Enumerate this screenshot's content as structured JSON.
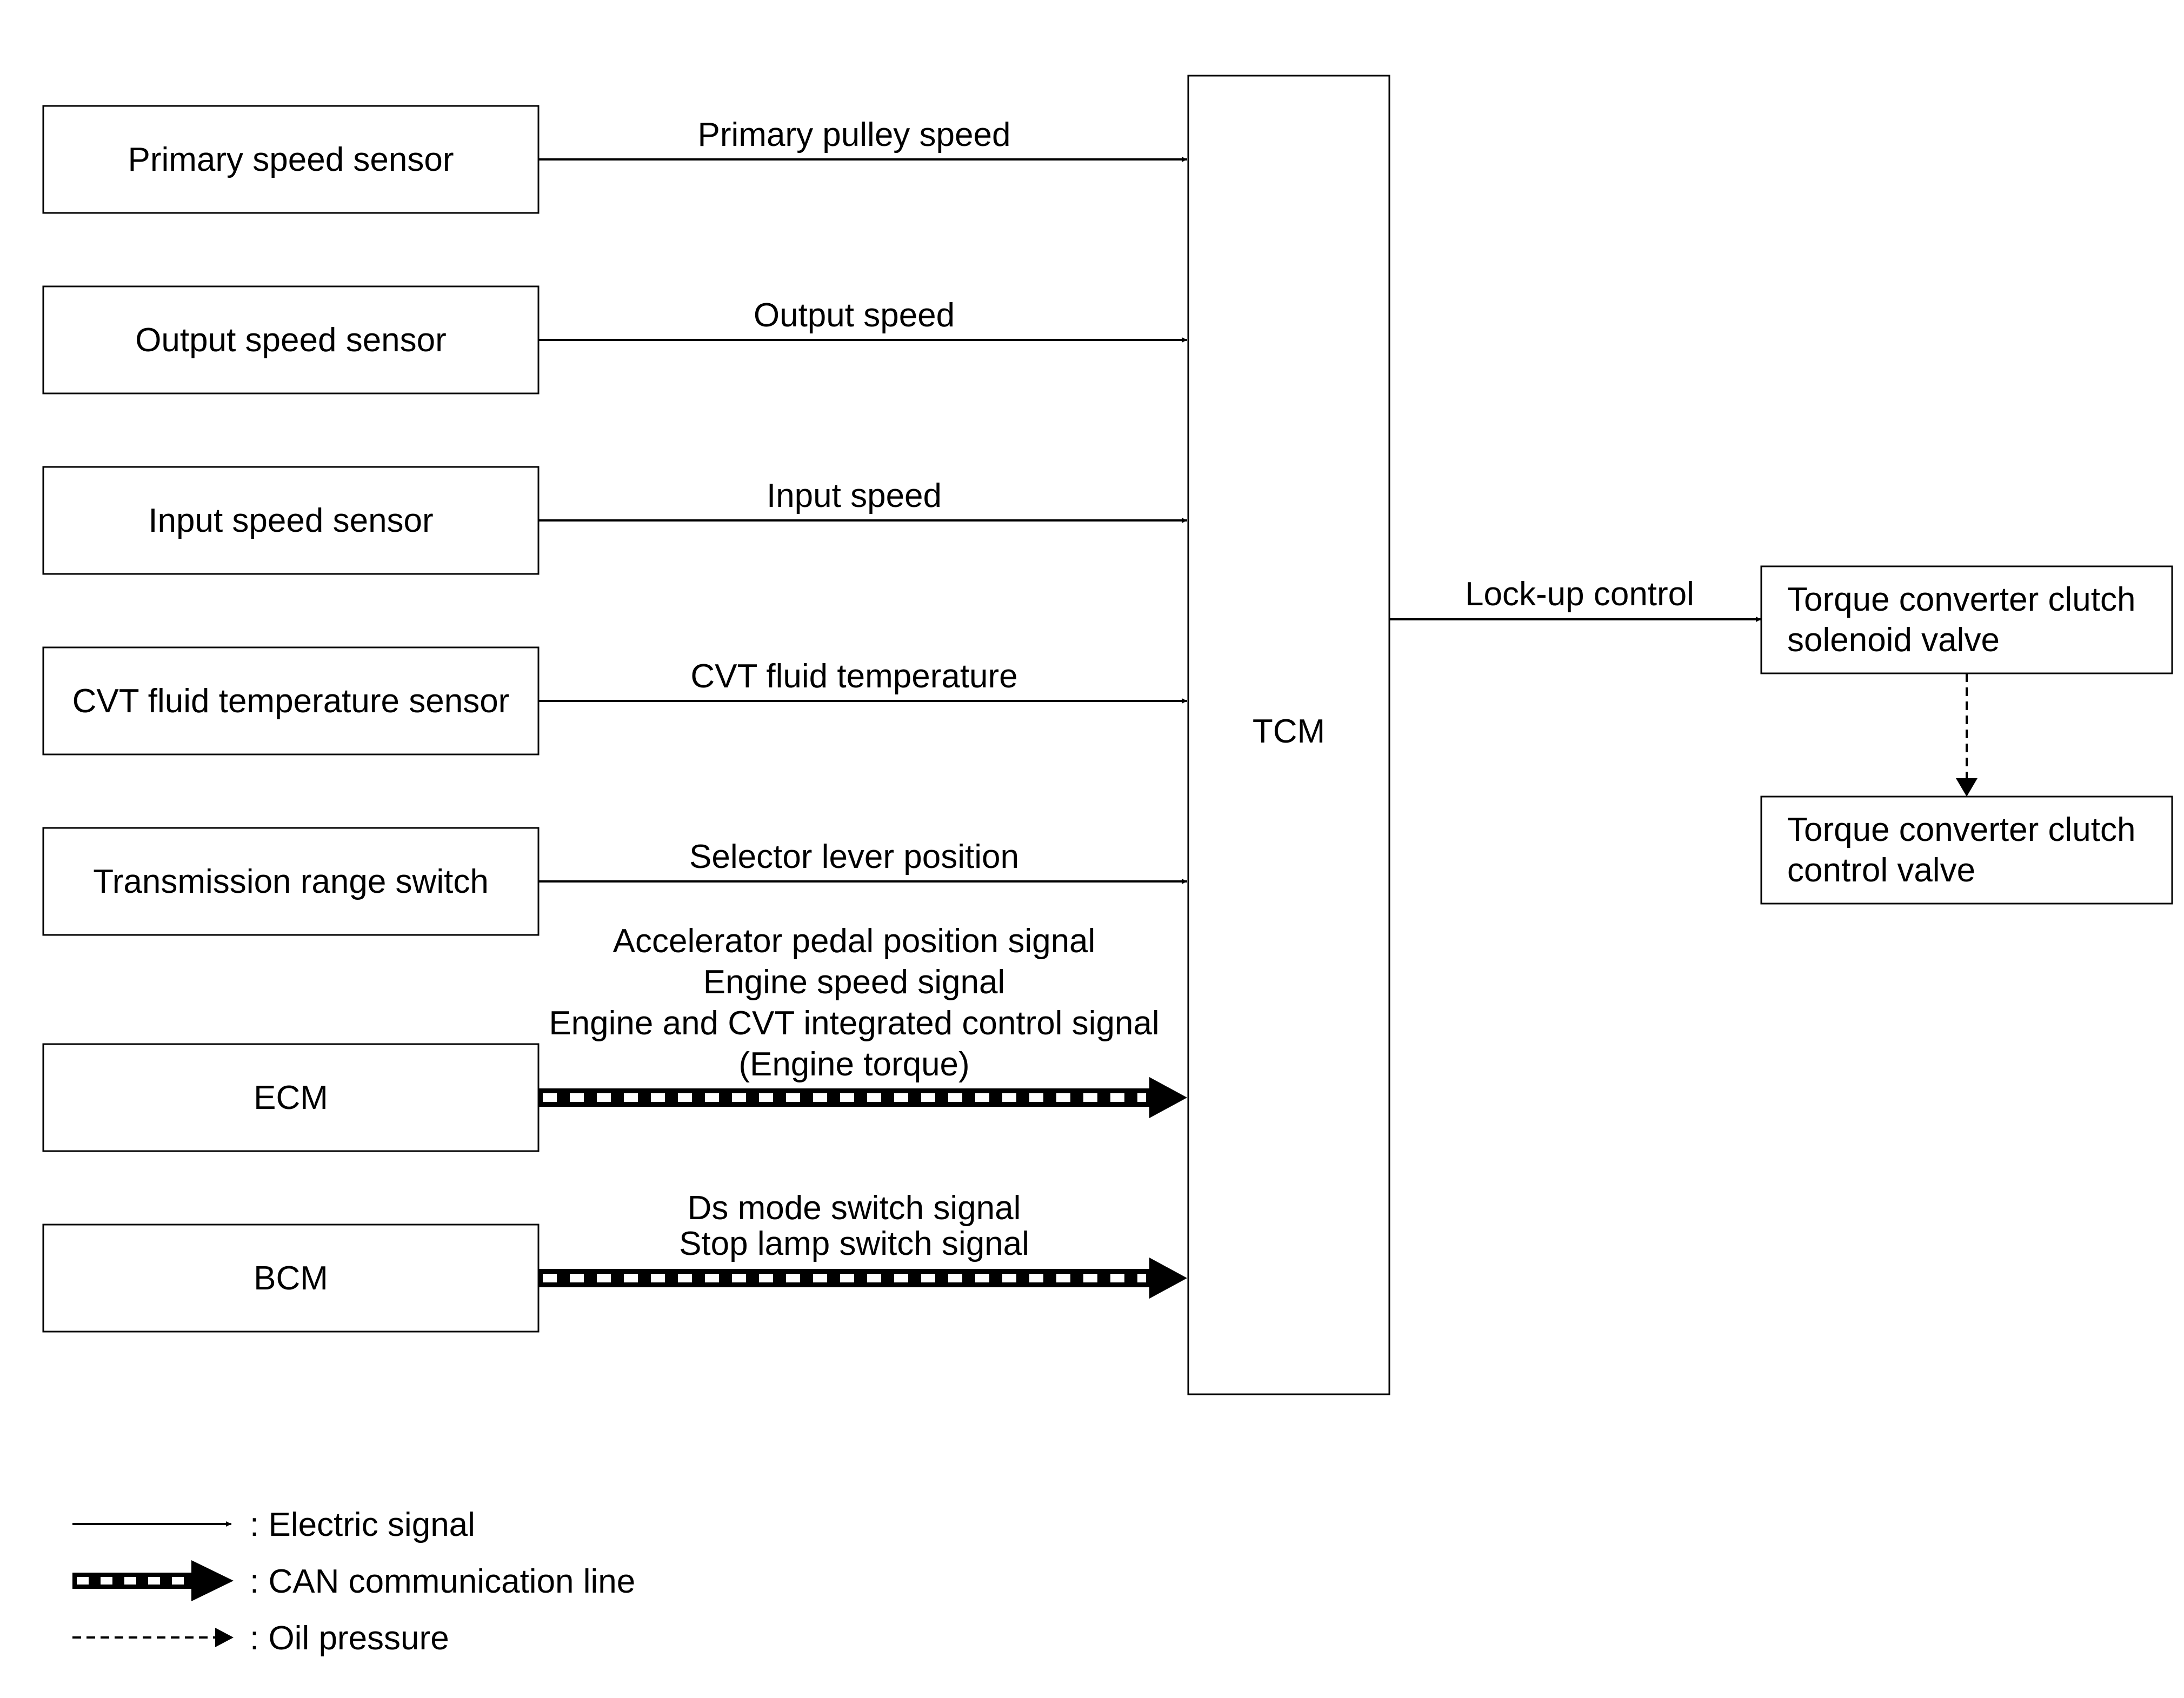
{
  "inputs": [
    {
      "box": "Primary speed sensor",
      "signal": [
        "Primary pulley speed"
      ]
    },
    {
      "box": "Output speed sensor",
      "signal": [
        "Output speed"
      ]
    },
    {
      "box": "Input speed sensor",
      "signal": [
        "Input speed"
      ]
    },
    {
      "box": "CVT fluid temperature sensor",
      "signal": [
        "CVT fluid temperature"
      ]
    },
    {
      "box": "Transmission range switch",
      "signal": [
        "Selector lever position"
      ]
    },
    {
      "box": "ECM",
      "signal": [
        "Accelerator pedal position signal",
        "Engine speed signal",
        "Engine and CVT integrated control signal",
        "(Engine torque)"
      ]
    },
    {
      "box": "BCM",
      "signal": [
        "Ds mode switch signal",
        "Stop lamp switch signal"
      ]
    }
  ],
  "tcm": {
    "label": "TCM"
  },
  "output": {
    "signal": "Lock-up control",
    "solenoid": [
      "Torque converter clutch",
      "solenoid valve"
    ],
    "valve": [
      "Torque converter clutch",
      "control valve"
    ]
  },
  "legend": {
    "electric": ": Electric signal",
    "can": ": CAN communication line",
    "oil": ": Oil pressure"
  }
}
